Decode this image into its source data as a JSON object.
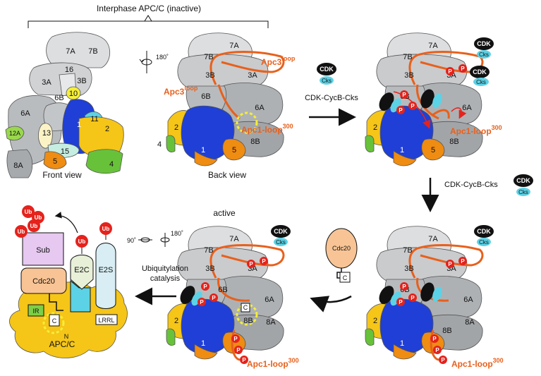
{
  "title": "Interphase APC/C (inactive)",
  "rotation_label": "180˚",
  "rotation_labels_bottom": [
    "90˚",
    "180˚"
  ],
  "front_view_caption": "Front view",
  "back_view_caption": "Back view",
  "active_label": "active",
  "subunits": {
    "s7A": "7A",
    "s7B": "7B",
    "s3A": "3A",
    "s3B": "3B",
    "s16": "16",
    "s6A": "6A",
    "s6B": "6B",
    "s10": "10",
    "s1": "1",
    "s11": "11",
    "s12A": "12A",
    "s13": "13",
    "s2": "2",
    "s15": "15",
    "s8A": "8A",
    "s5": "5",
    "s4": "4",
    "s8B": "8B"
  },
  "apc3_loop": {
    "main": "Apc3",
    "sup": "loop"
  },
  "apc1_loop": {
    "main": "Apc1-loop",
    "sup": "300"
  },
  "cdk": "CDK",
  "cks": "Cks",
  "phospho": "P",
  "step1_label": "CDK-CycB-Cks",
  "step2_label": "CDK-CycB-Cks",
  "cdc20_label": "Cdc20",
  "c_label": "C",
  "n_label": "N",
  "ubiquitylation_label": [
    "Ubiquitylation",
    "catalysis"
  ],
  "model": {
    "ub": "Ub",
    "sub": "Sub",
    "cdc20": "Cdc20",
    "e2c": "E2C",
    "e2s": "E2S",
    "ir": "IR",
    "lrrl": "LRRL",
    "apcc": "APC/C"
  },
  "colors": {
    "orange_loop": "#e8601c",
    "phospho_red": "#e4231c",
    "cks_cyan": "#5cd2e6",
    "blue_apc1": "#1f3fd6",
    "yellow": "#f5c518",
    "green": "#67c23a",
    "orange_sub": "#ef8c12",
    "light_gray": "#d6d8da",
    "mid_gray": "#b7babd",
    "cdc20_peach": "#f8c495",
    "sub_lilac": "#e6c8f0",
    "e2_cyan": "#d8eef4",
    "ir_green": "#7dcf48"
  }
}
